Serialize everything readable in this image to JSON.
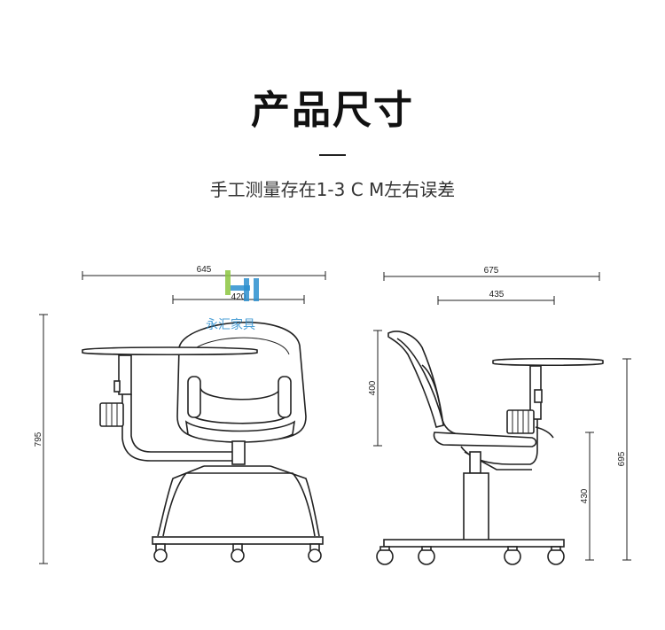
{
  "header": {
    "title": "产品尺寸",
    "subtitle": "手工测量存在1-3 C M左右误差"
  },
  "logo": {
    "text": "永汇家具",
    "color": "#2c8fcf"
  },
  "front_view": {
    "width_overall": "645",
    "width_seat": "420",
    "height_overall": "795"
  },
  "side_view": {
    "depth_overall": "675",
    "depth_seat": "435",
    "backrest_height": "400",
    "seat_height": "430",
    "tablet_height": "695"
  }
}
